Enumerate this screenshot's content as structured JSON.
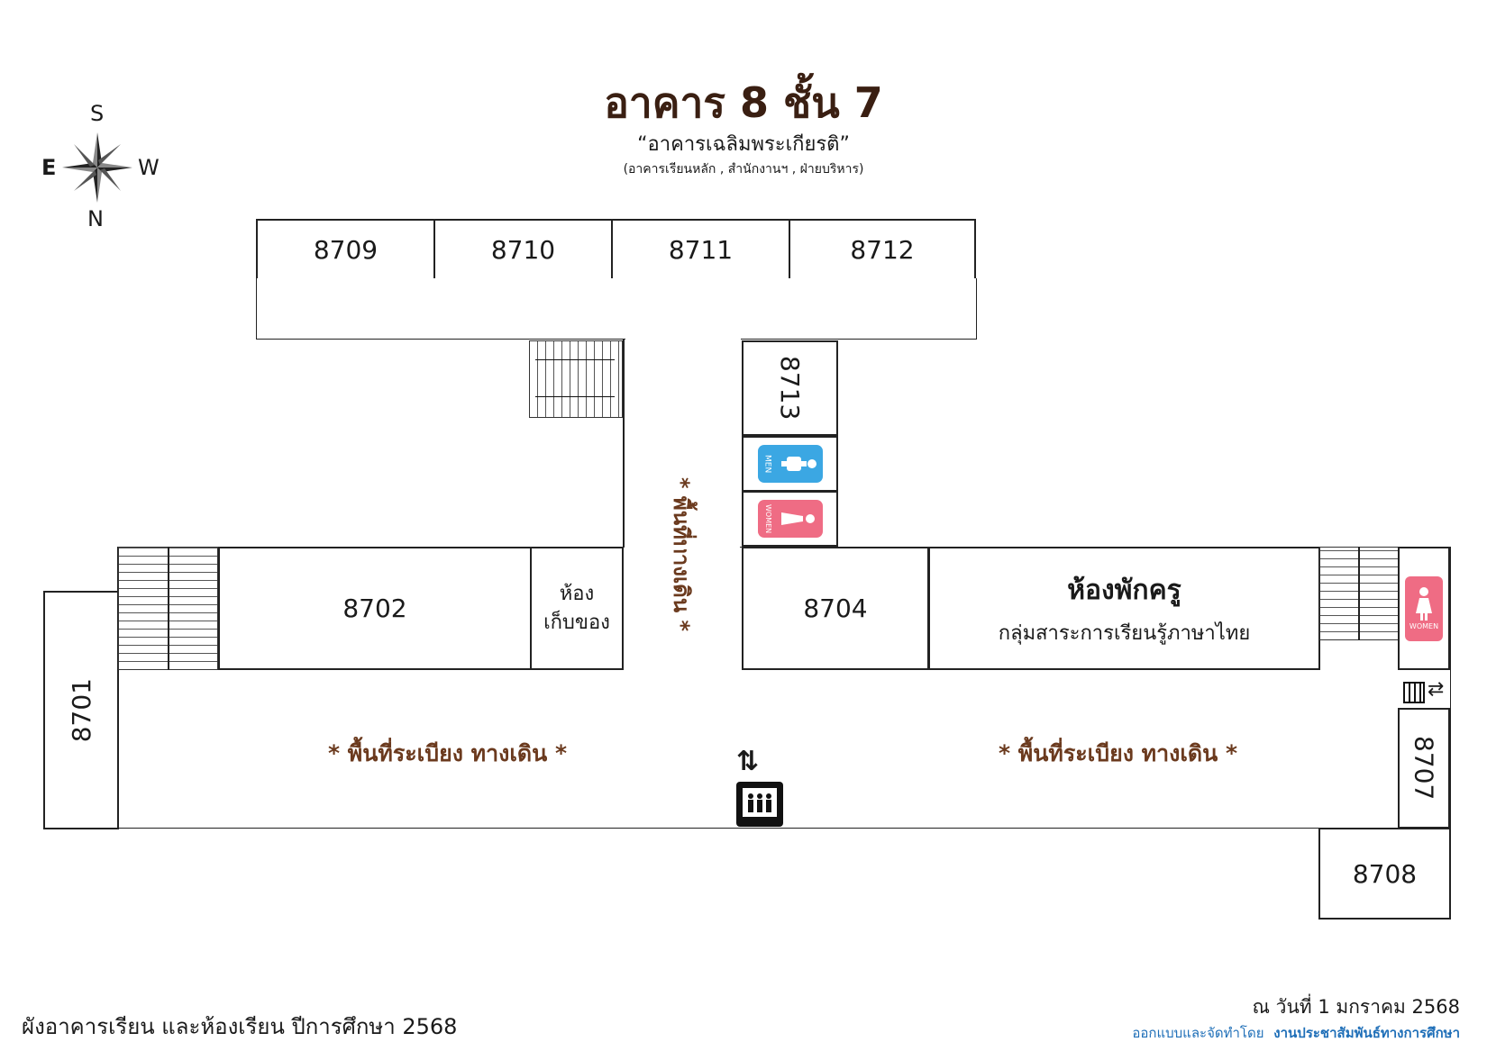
{
  "header": {
    "title": "อาคาร 8 ชั้น 7",
    "subtitle": "“อาคารเฉลิมพระเกียรติ”",
    "note": "(อาคารเรียนหลัก , สำนักงานฯ , ฝ่ายบริหาร)"
  },
  "compass": {
    "top": "S",
    "left": "E",
    "right": "W",
    "bottom": "N"
  },
  "rooms": {
    "r8709": "8709",
    "r8710": "8710",
    "r8711": "8711",
    "r8712": "8712",
    "r8713": "8713",
    "r8701": "8701",
    "r8702": "8702",
    "r8704": "8704",
    "r8707": "8707",
    "r8708": "8708",
    "storage_line1": "ห้อง",
    "storage_line2": "เก็บของ",
    "staff_title": "ห้องพักครู",
    "staff_sub": "กลุ่มสาระการเรียนรู้ภาษาไทย"
  },
  "restrooms": {
    "men": "MEN",
    "women": "WOMEN"
  },
  "corridor": {
    "vertical": "* พื้นที่ทางเดิน *",
    "left": "* พื้นที่ระเบียง ทางเดิน *",
    "right": "* พื้นที่ระเบียง ทางเดิน *"
  },
  "footer": {
    "left": "ผังอาคารเรียน และห้องเรียน ปีการศึกษา 2568",
    "date": "ณ วันที่ 1 มกราคม 2568",
    "credit_prefix": "ออกแบบและจัดทำโดย",
    "credit_org": "งานประชาสัมพันธ์ทางการศึกษา"
  },
  "colors": {
    "men": "#3ba7e3",
    "women": "#ef6c84",
    "corridor_text": "#6b3a1e",
    "credit": "#1f6fb8"
  },
  "icons": [
    "compass-rose-icon",
    "stairs-icon",
    "elevator-icon",
    "men-restroom-icon",
    "women-restroom-icon",
    "service-lift-icon"
  ]
}
